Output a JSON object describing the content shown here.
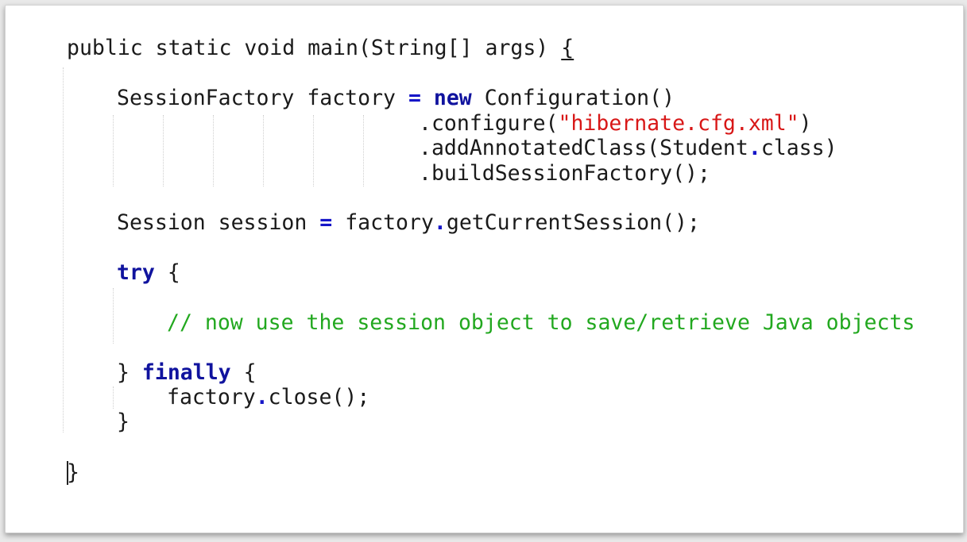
{
  "editor": {
    "lines": {
      "l1": {
        "sig": "public static void main(String[] args) ",
        "brace": "{"
      },
      "l2": {
        "a": "SessionFactory factory ",
        "op": "=",
        "b": " ",
        "kw": "new",
        "c": " Configuration()"
      },
      "l3": {
        "a": ".configure(",
        "str": "\"hibernate.cfg.xml\"",
        "b": ")"
      },
      "l4": {
        "a": ".addAnnotatedClass(Student",
        "dot": ".",
        "b": "class)"
      },
      "l5": {
        "a": ".buildSessionFactory();"
      },
      "l6": {
        "a": "Session session ",
        "op": "=",
        "b": " factory",
        "dot": ".",
        "c": "getCurrentSession();"
      },
      "l7": {
        "kw": "try",
        "b": " {"
      },
      "l8": {
        "cmt": "// now use the session object to save/retrieve Java objects"
      },
      "l9": {
        "a": "} ",
        "kw": "finally",
        "b": " {"
      },
      "l10": {
        "a": "factory",
        "dot": ".",
        "b": "close();"
      },
      "l11": {
        "a": "}"
      },
      "l12": {
        "a": "}"
      }
    }
  }
}
